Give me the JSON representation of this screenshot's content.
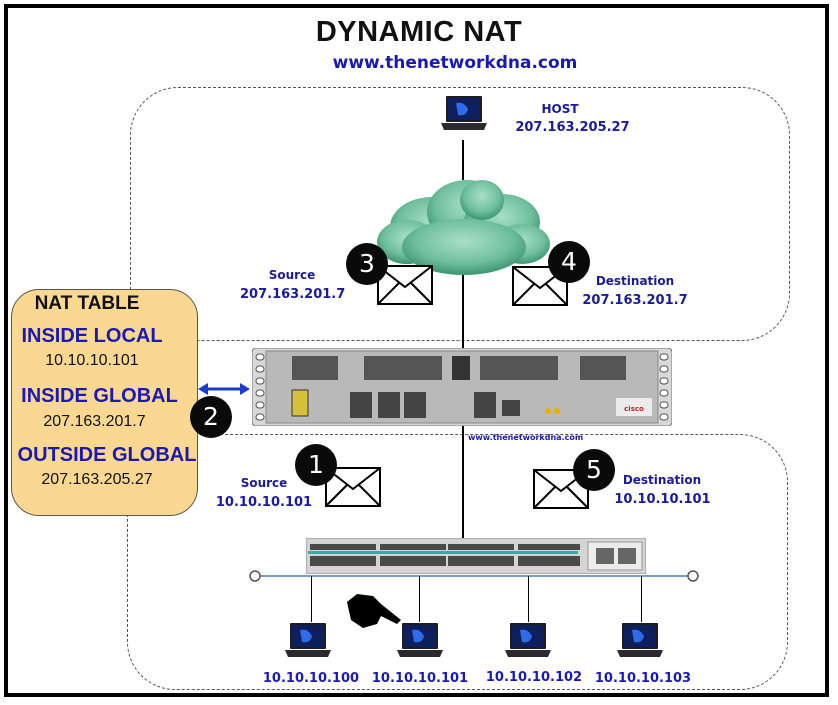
{
  "header": {
    "title": "DYNAMIC NAT",
    "website": "www.thenetworkdna.com"
  },
  "outside_network": {
    "host": {
      "label": "HOST",
      "ip": "207.163.205.27",
      "icon": "laptop-icon"
    },
    "cloud_icon": "cloud-icon",
    "step3": {
      "number": "3",
      "label": "Source",
      "ip": "207.163.201.7",
      "icon": "envelope-icon"
    },
    "step4": {
      "number": "4",
      "label": "Destination",
      "ip": "207.163.201.7",
      "icon": "envelope-icon"
    }
  },
  "nat_table": {
    "title": "NAT TABLE",
    "entries": [
      {
        "header": "INSIDE LOCAL",
        "value": "10.10.10.101"
      },
      {
        "header": "INSIDE GLOBAL",
        "value": "207.163.201.7"
      },
      {
        "header": "OUTSIDE GLOBAL",
        "value": "207.163.205.27"
      }
    ]
  },
  "router": {
    "icon": "router-icon",
    "brand": "cisco",
    "watermark": "www.thenetworkdna.com",
    "step2": {
      "number": "2"
    }
  },
  "inside_network": {
    "step1": {
      "number": "1",
      "label": "Source",
      "ip": "10.10.10.101",
      "icon": "envelope-icon"
    },
    "step5": {
      "number": "5",
      "label": "Destination",
      "ip": "10.10.10.101",
      "icon": "envelope-icon"
    },
    "switch_icon": "switch-icon",
    "pointer_icon": "pointing-hand-icon",
    "hosts": [
      {
        "ip": "10.10.10.100"
      },
      {
        "ip": "10.10.10.101"
      },
      {
        "ip": "10.10.10.102"
      },
      {
        "ip": "10.10.10.103"
      }
    ]
  },
  "colors": {
    "label_blue": "#1a1ab3",
    "nat_table_fill": "#fbd891",
    "cloud": "#5fb895",
    "arrow": "#1a3ccc"
  }
}
